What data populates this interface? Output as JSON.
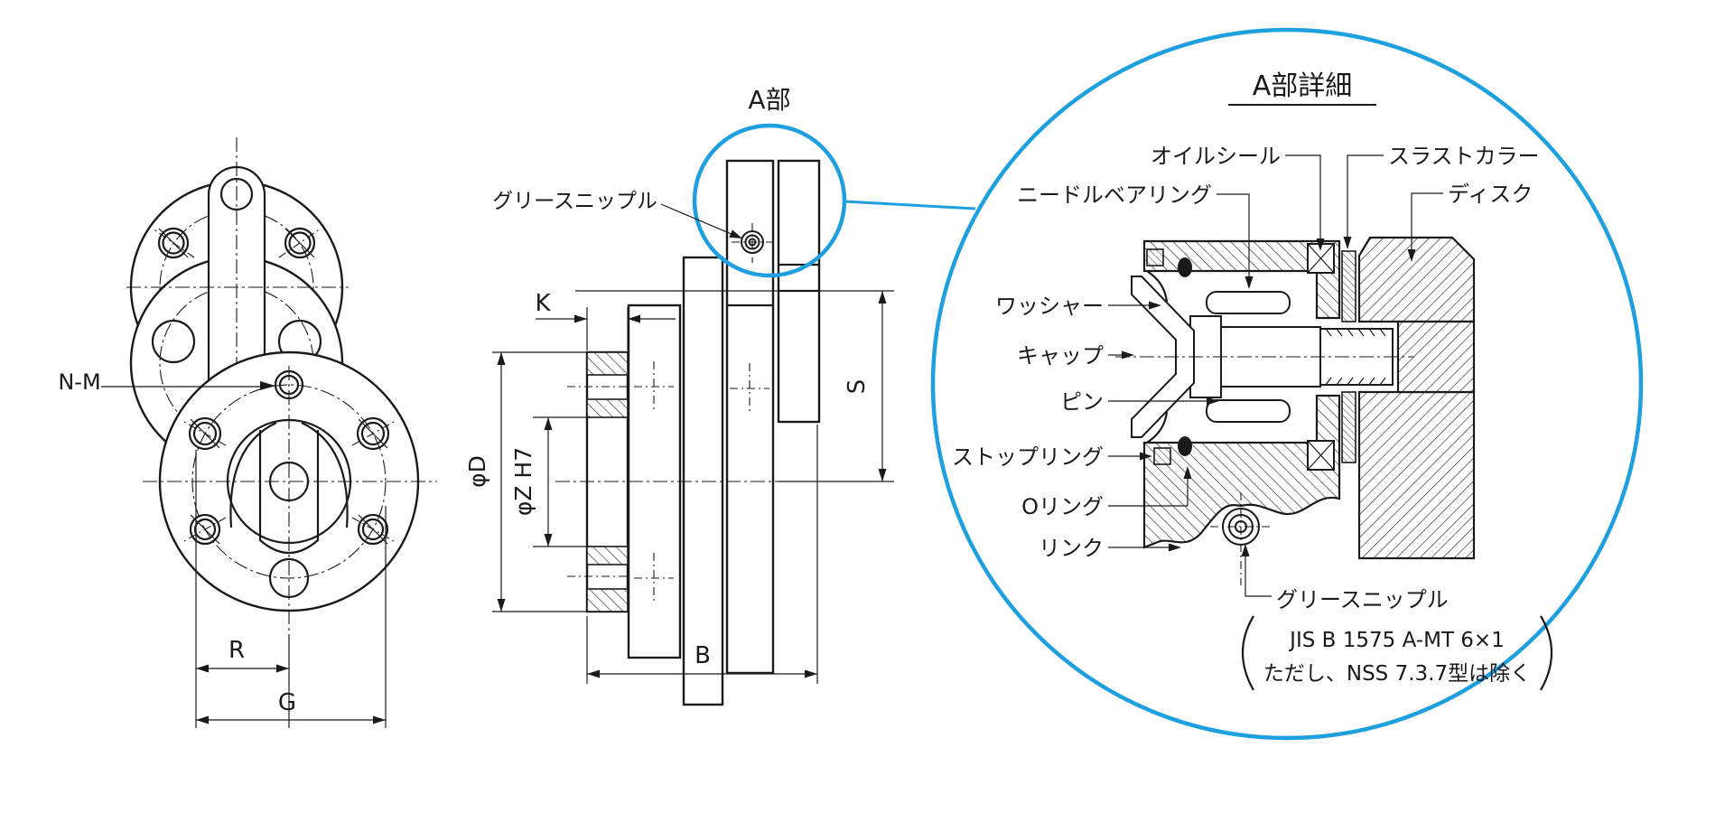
{
  "colors": {
    "highlight_blue": "#1E9FE0",
    "ink": "#1a1a1a",
    "background": "#ffffff"
  },
  "front_view": {
    "labels": {
      "bolt_spec": "N-M",
      "dim_r": "R",
      "dim_g": "G"
    }
  },
  "side_view": {
    "labels": {
      "detail_ref": "A部",
      "grease_nipple": "グリースニップル",
      "dim_k": "K",
      "dim_phi_d": "φD",
      "dim_phi_z": "φZ H7",
      "dim_s": "S",
      "dim_b": "B"
    }
  },
  "detail_view": {
    "title": "A部詳細",
    "labels": {
      "oil_seal": "オイルシール",
      "needle_bearing": "ニードルベアリング",
      "thrust_collar": "スラストカラー",
      "disc": "ディスク",
      "washer": "ワッシャー",
      "cap": "キャップ",
      "pin": "ピン",
      "stop_ring": "ストップリング",
      "o_ring": "Oリング",
      "link": "リンク",
      "grease_nipple": "グリースニップル"
    },
    "note": {
      "line1": "JIS B 1575 A-MT 6×1",
      "line2": "ただし、NSS 7.3.7型は除く"
    }
  }
}
